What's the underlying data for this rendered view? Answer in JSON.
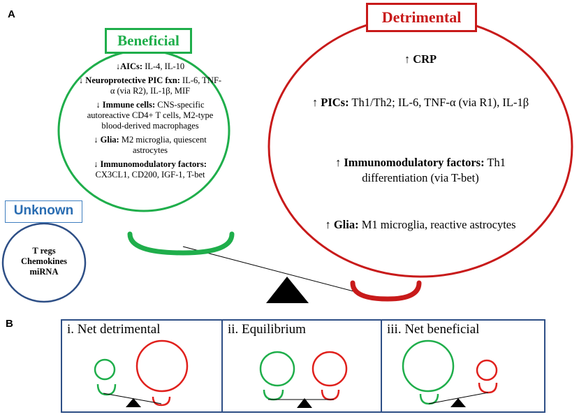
{
  "panel_a_label": "A",
  "panel_b_label": "B",
  "beneficial": {
    "title": "Beneficial",
    "items": [
      {
        "arrow": "↓",
        "term": "AICs:",
        "text": " IL-4, IL-10"
      },
      {
        "arrow": "↓ ",
        "term": "Neuroprotective PIC fxn:",
        "text": " IL-6, TNF-α (via R2), IL-1β, MIF"
      },
      {
        "arrow": "↓ ",
        "term": "Immune cells:",
        "text": " CNS-specific autoreactive CD4+ T cells, M2-type blood-derived macrophages"
      },
      {
        "arrow": "↓ ",
        "term": "Glia:",
        "text": " M2 microglia, quiescent astrocytes"
      },
      {
        "arrow": "↓ ",
        "term": "Immunomodulatory factors:",
        "text": " CX3CL1, CD200, IGF-1, T-bet"
      }
    ]
  },
  "detrimental": {
    "title": "Detrimental",
    "items": [
      {
        "arrow": "↑ ",
        "term": "CRP",
        "text": ""
      },
      {
        "arrow": "↑ ",
        "term": "PICs:",
        "text": " Th1/Th2; IL-6, TNF-α (via R1), IL-1β"
      },
      {
        "arrow": "↑ ",
        "term": "Immunomodulatory factors:",
        "text": " Th1 differentiation (via T-bet)"
      },
      {
        "arrow": "↑ ",
        "term": "Glia:",
        "text": " M1 microglia, reactive astrocytes"
      }
    ]
  },
  "unknown": {
    "title": "Unknown",
    "items": [
      "T regs",
      "Chemokines",
      "miRNA"
    ]
  },
  "scenarios": [
    {
      "label": "i. Net detrimental"
    },
    {
      "label": "ii. Equilibrium"
    },
    {
      "label": "iii. Net beneficial"
    }
  ],
  "colors": {
    "green": "#1fae4b",
    "red": "#c81a1a",
    "blue": "#2e4f86",
    "unknown_title": "#2a6db2"
  }
}
